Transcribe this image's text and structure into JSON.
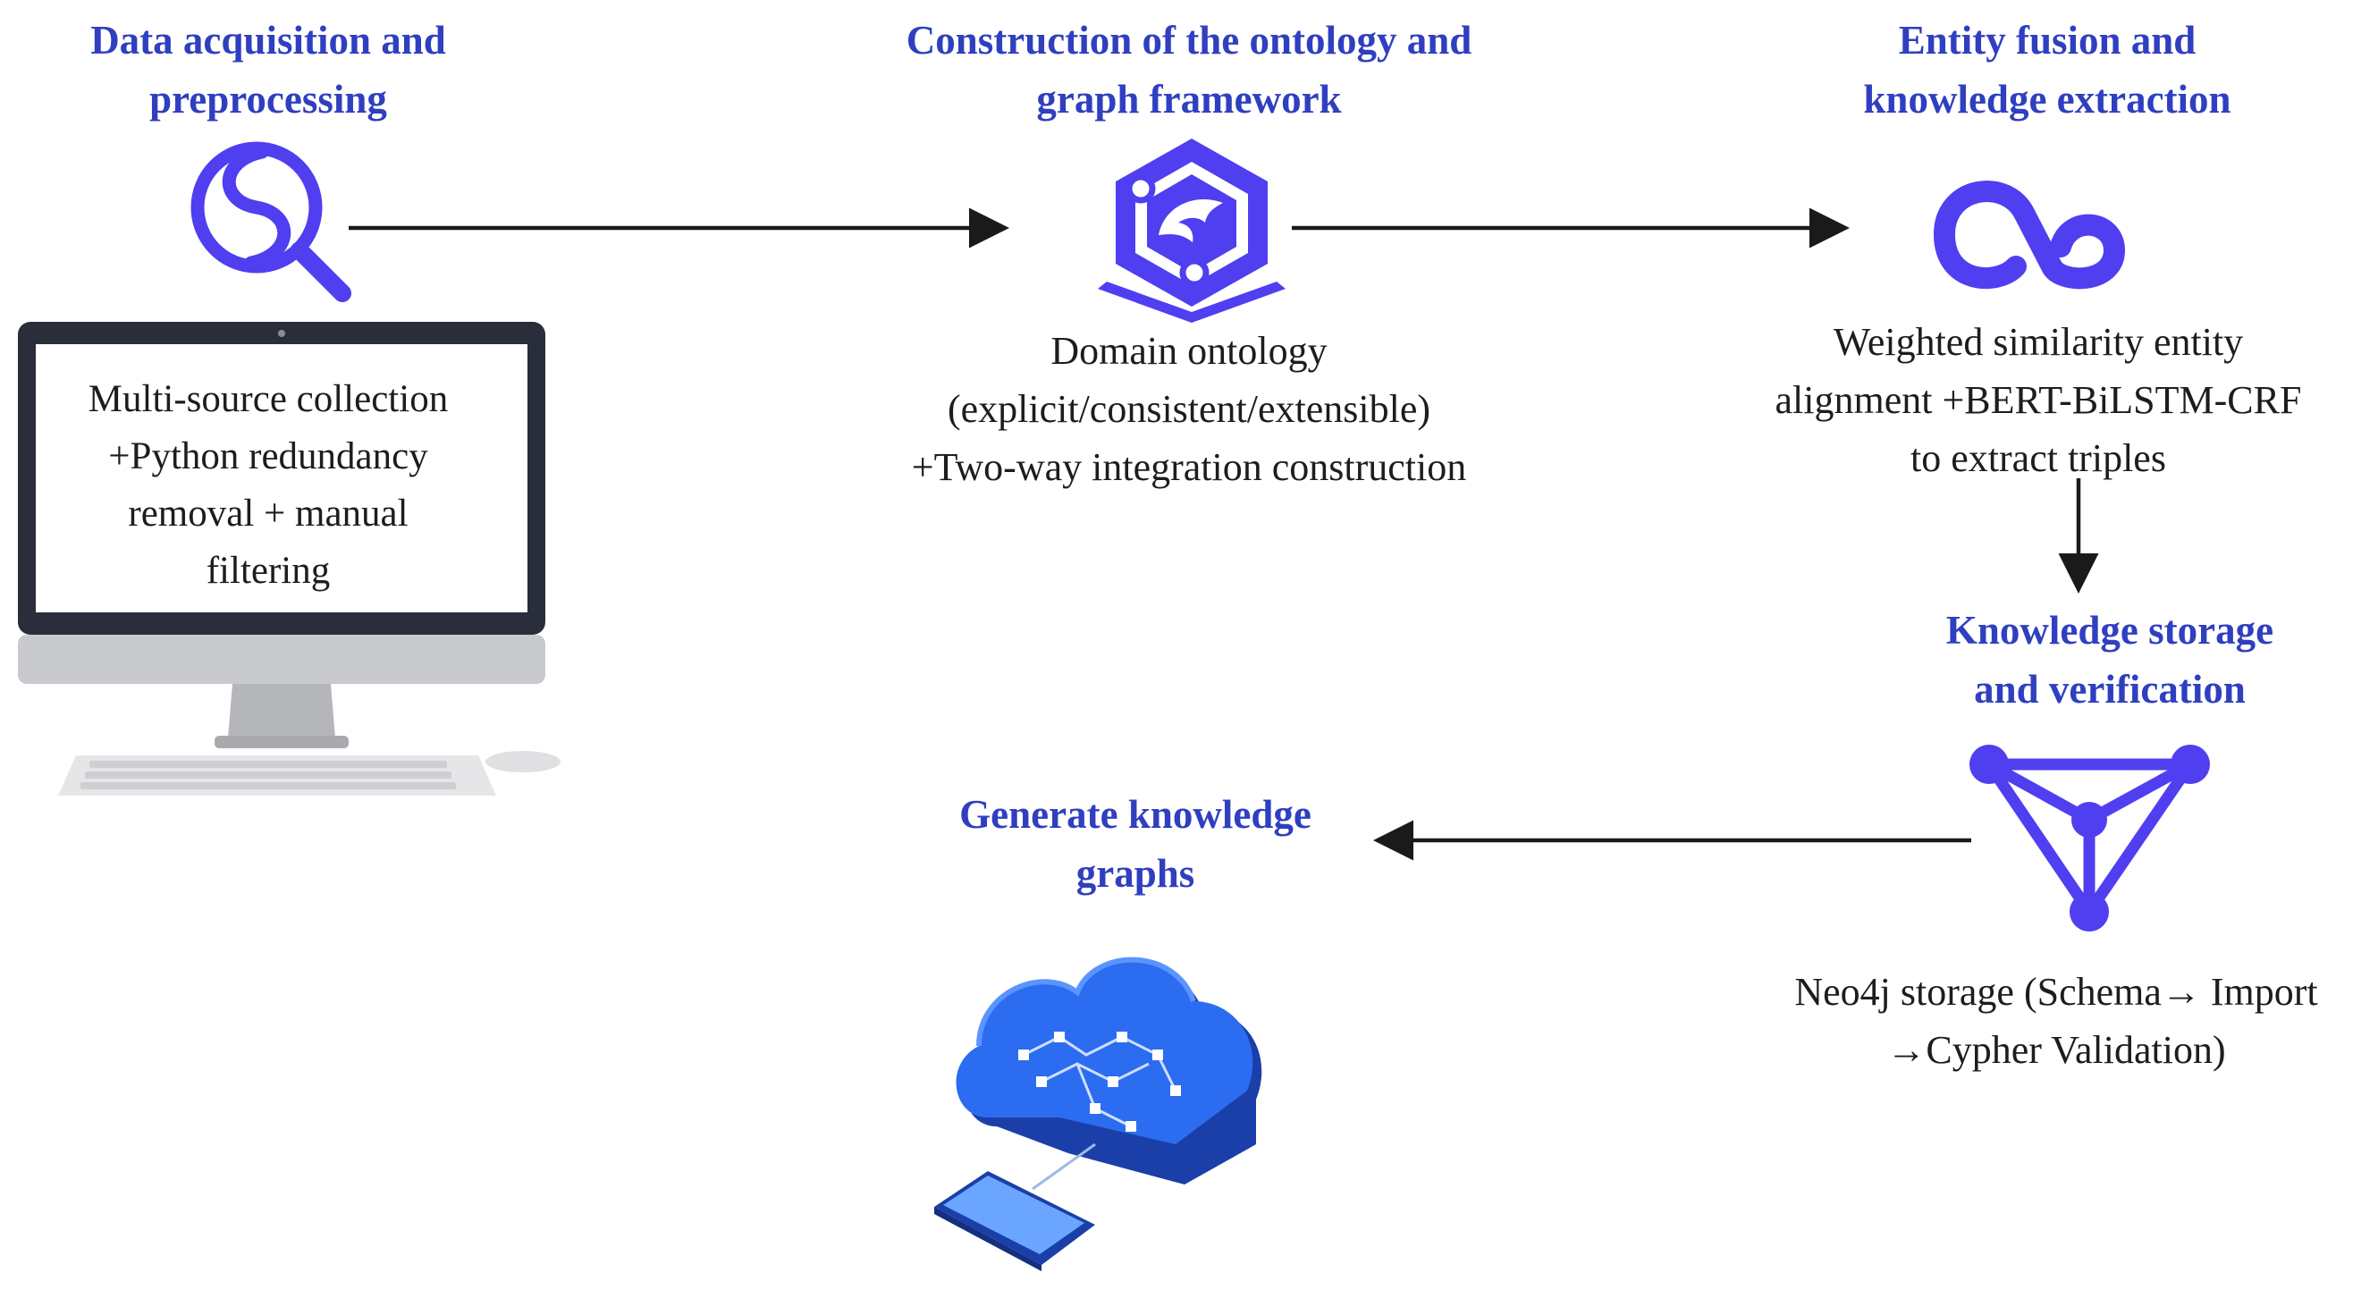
{
  "colors": {
    "title": "#2f3fc0",
    "icon_purple": "#4f3ff0",
    "text": "#1d1d1d",
    "arrow": "#1a1a1a",
    "cloud_blue": "#2c6cf0"
  },
  "steps": {
    "acquisition": {
      "title_lines": [
        "Data acquisition and",
        "preprocessing"
      ],
      "icon": "search-logo-icon",
      "screen_lines": [
        "Multi-source collection",
        "+Python redundancy",
        "removal + manual",
        "filtering"
      ]
    },
    "ontology": {
      "title_lines": [
        "Construction of the ontology and",
        "graph framework"
      ],
      "icon": "dolphin-hexagon-icon",
      "desc_lines": [
        "Domain ontology",
        "(explicit/consistent/extensible)",
        "+Two-way integration construction"
      ]
    },
    "fusion": {
      "title_lines": [
        "Entity fusion and",
        "knowledge extraction"
      ],
      "icon": "infinity-link-icon",
      "desc_lines": [
        "Weighted similarity entity",
        "alignment +BERT-BiLSTM-CRF",
        "to extract triples"
      ]
    },
    "storage": {
      "title_lines": [
        "Knowledge storage",
        "and verification"
      ],
      "icon": "graph-triangle-icon",
      "desc_lines": [
        "Neo4j storage (Schema→ Import",
        "→Cypher Validation)"
      ]
    },
    "generate": {
      "title_lines": [
        "Generate  knowledge",
        "graphs"
      ],
      "icon": "cloud-device-icon"
    }
  }
}
